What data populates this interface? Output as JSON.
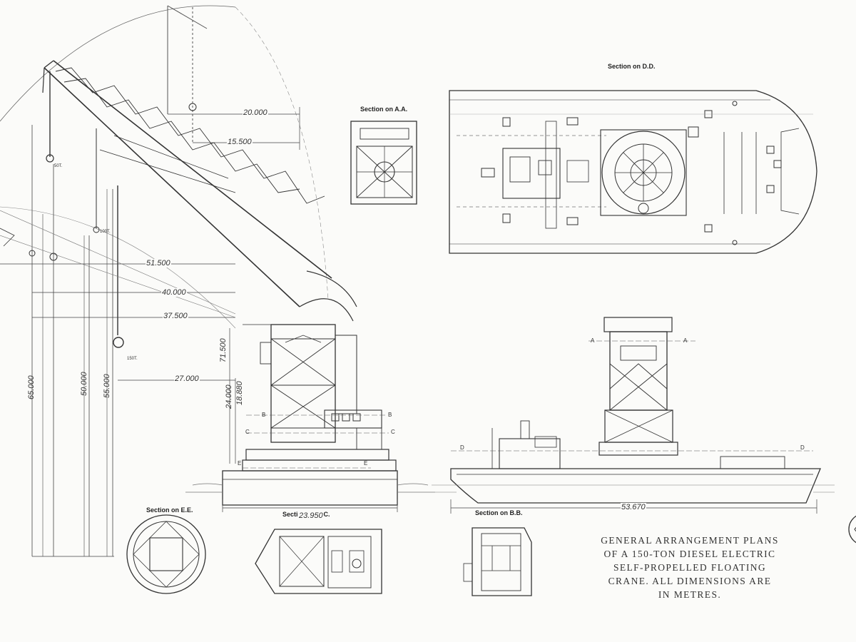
{
  "sections": {
    "aa": "Section on A.A.",
    "dd": "Section on D.D.",
    "ee": "Section on E.E.",
    "cc": "Section on C.C.",
    "bb": "Section on B.B."
  },
  "hook_loads": {
    "h50": "50T.",
    "h100": "100T.",
    "h150": "150T."
  },
  "dimensions": {
    "d20000": "20.000",
    "d15500": "15.500",
    "d51500": "51.500",
    "d40000": "40.000",
    "d37500": "37.500",
    "d27000": "27.000",
    "d65000": "65.000",
    "d50000": "50.000",
    "d55000": "55.000",
    "d71500": "71.500",
    "d24000": "24.000",
    "d18880": "18.880",
    "d23950": "23.950",
    "d53670": "53.670"
  },
  "markers": {
    "a": "A",
    "b": "B",
    "c": "C",
    "d": "D",
    "e": "E"
  },
  "caption": [
    "GENERAL ARRANGEMENT PLANS",
    "OF A 150-TON DIESEL ELECTRIC",
    "SELF-PROPELLED FLOATING",
    "CRANE.  ALL DIMENSIONS ARE",
    "IN METRES."
  ]
}
